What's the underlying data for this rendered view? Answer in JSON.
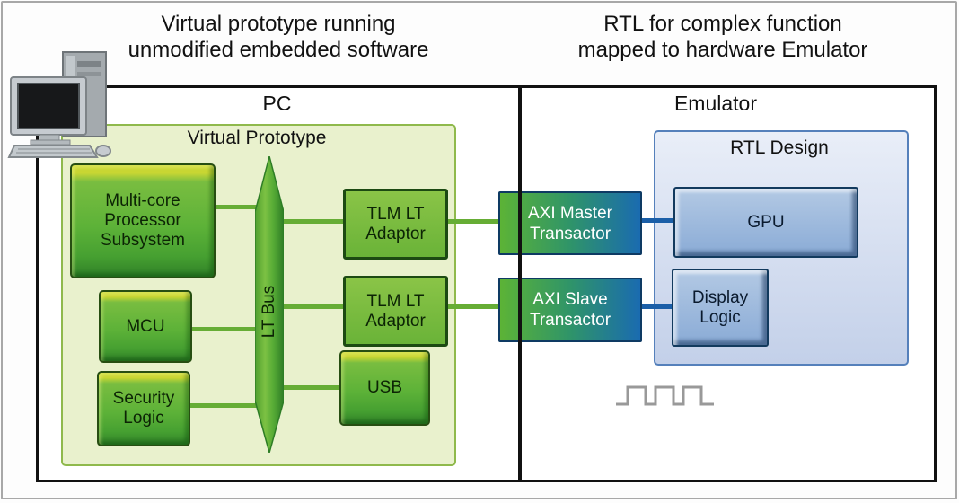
{
  "captions": {
    "left": [
      "Virtual prototype running",
      "unmodified embedded software"
    ],
    "right": [
      "RTL for complex function",
      "mapped to hardware Emulator"
    ]
  },
  "pc": {
    "label": "PC",
    "virtual_prototype": {
      "label": "Virtual Prototype",
      "bus": "LT Bus",
      "multicore": "Multi-core Processor Subsystem",
      "mcu": "MCU",
      "security": "Security Logic",
      "tlm_adaptor_top": "TLM LT Adaptor",
      "tlm_adaptor_bottom": "TLM LT Adaptor",
      "usb": "USB"
    }
  },
  "bridge": {
    "axi_master": "AXI Master Transactor",
    "axi_slave": "AXI Slave Transactor"
  },
  "emulator": {
    "label": "Emulator",
    "rtl_design": {
      "label": "RTL Design",
      "gpu": "GPU",
      "display_logic": "Display Logic"
    }
  },
  "icons": {
    "computer": "desktop-computer-icon",
    "waveform": "clock-waveform-icon",
    "bus_shape": "lt-bus-shape"
  },
  "colors": {
    "block_green": "#5db238",
    "block_green_border": "#274e12",
    "line_green": "#66ad35",
    "axi_green": "#5cb336",
    "axi_blue": "#1a6bb0",
    "line_blue": "#1b5fa8",
    "rtl_fill": "#d6e0f0",
    "rtl_border": "#5580bb",
    "block_blue": "#8aabd6",
    "vp_fill": "#e9f1cd",
    "vp_border": "#8fb94c",
    "waveform_gray": "#999999",
    "outline_black": "#111111"
  }
}
